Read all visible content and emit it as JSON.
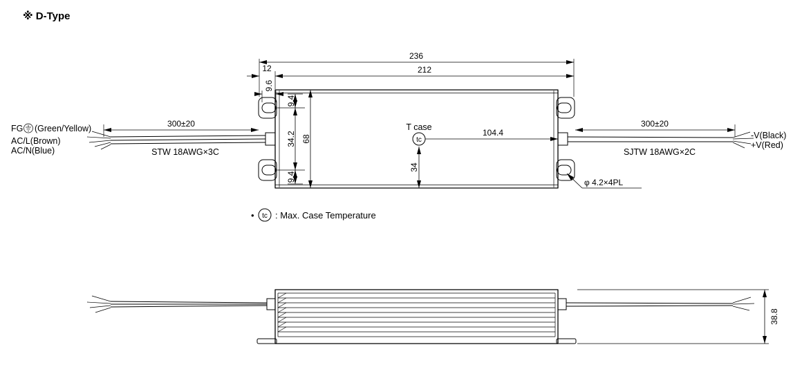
{
  "title": "※ D-Type",
  "colors": {
    "ink": "#000000",
    "background": "#ffffff"
  },
  "top_view": {
    "dim_overall": "236",
    "dim_body": "212",
    "dim_end": "12",
    "dim_slot_len": "9.6",
    "dim_slot_top": "9.4",
    "dim_slot_mid": "34.2",
    "dim_slot_bottom": "9.4",
    "dim_width": "68",
    "dim_tc_x": "104.4",
    "dim_tc_y": "34",
    "dim_lead_left": "300±20",
    "dim_lead_right": "300±20",
    "tcase_label": "T case",
    "tc_symbol": "tc",
    "hole_label": "φ 4.2×4PL",
    "input_cable_label": "STW 18AWG×3C",
    "output_cable_label": "SJTW 18AWG×2C",
    "wire_fg_prefix": "FG",
    "wire_fg_suffix": "(Green/Yellow)",
    "wire_acl": "AC/L(Brown)",
    "wire_acn": "AC/N(Blue)",
    "wire_vneg": "-V(Black)",
    "wire_vpos": "+V(Red)"
  },
  "note": {
    "bullet": "•",
    "tc_symbol": "tc",
    "text": ": Max. Case Temperature"
  },
  "side_view": {
    "dim_height": "38.8"
  }
}
